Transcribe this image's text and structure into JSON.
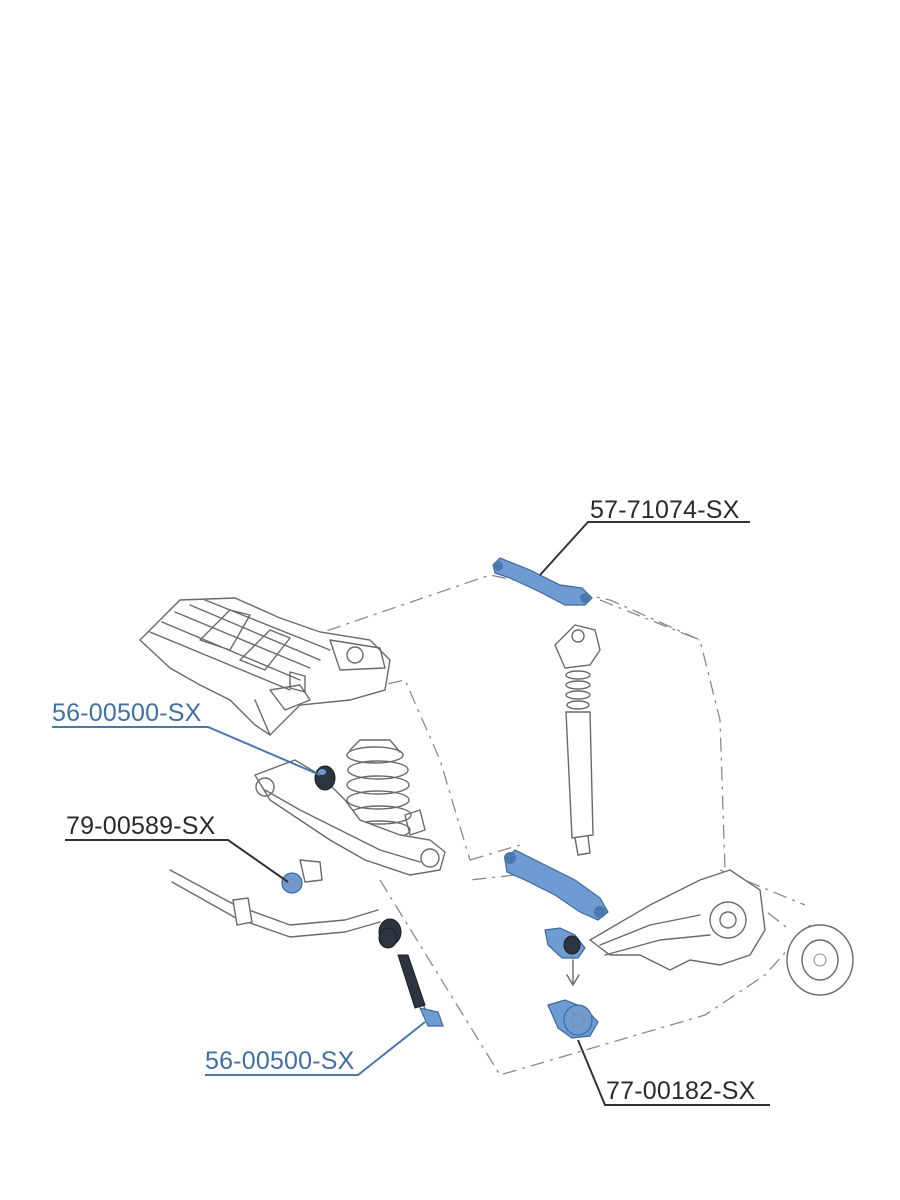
{
  "labels": {
    "upper_arm": "57-71074-SX",
    "lower_arm_bushing_top": "56-00500-SX",
    "sway_bar_bushing": "79-00589-SX",
    "lower_arm_bushing_bottom": "56-00500-SX",
    "knuckle_bushing": "77-00182-SX"
  },
  "colors": {
    "highlight_part": "#6e9bd1",
    "label_blue": "#4070a6",
    "label_dark": "#2a2a2a"
  }
}
